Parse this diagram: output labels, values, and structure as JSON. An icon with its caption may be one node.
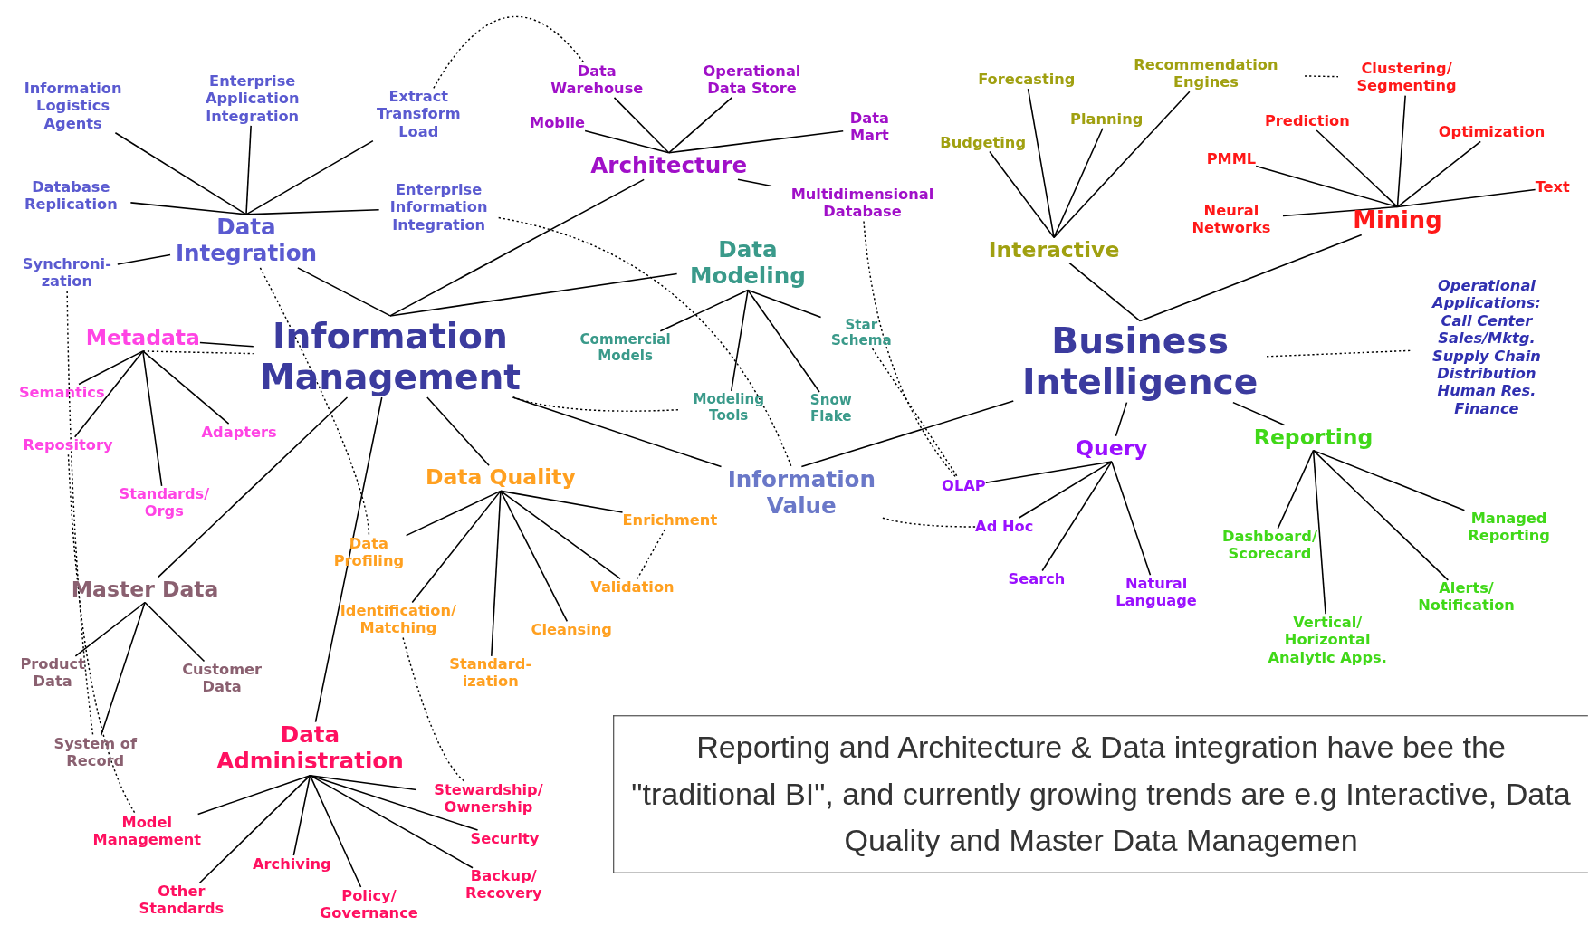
{
  "diagram": {
    "nodes": [
      {
        "text": [
          "Information Management"
        ]
      },
      {
        "text": [
          "Data Integration"
        ]
      },
      {
        "text": [
          "Information Logistics Agents"
        ]
      },
      {
        "text": [
          "Enterprise Application Integration"
        ]
      },
      {
        "text": [
          "Extract Transform Load"
        ]
      },
      {
        "text": [
          "Database Replication"
        ]
      },
      {
        "text": [
          "Enterprise Information Integration"
        ]
      },
      {
        "text": [
          "Synchroni- zation"
        ]
      },
      {
        "text": [
          "Architecture"
        ]
      },
      {
        "text": [
          "Data Warehouse"
        ]
      },
      {
        "text": [
          "Operational Data Store"
        ]
      },
      {
        "text": [
          "Mobile"
        ]
      },
      {
        "text": [
          "Data Mart"
        ]
      },
      {
        "text": [
          "Multidimensional Database"
        ]
      },
      {
        "text": [
          "Data Modeling"
        ]
      },
      {
        "text": [
          "Commercial Models"
        ]
      },
      {
        "text": [
          "Modeling Tools"
        ]
      },
      {
        "text": [
          "Snow Flake"
        ]
      },
      {
        "text": [
          "Star Schema"
        ]
      },
      {
        "text": [
          "Metadata"
        ]
      },
      {
        "text": [
          "Semantics"
        ]
      },
      {
        "text": [
          "Repository"
        ]
      },
      {
        "text": [
          "Adapters"
        ]
      },
      {
        "text": [
          "Standards/ Orgs"
        ]
      },
      {
        "text": [
          "Master Data"
        ]
      },
      {
        "text": [
          "Product Data"
        ]
      },
      {
        "text": [
          "Customer Data"
        ]
      },
      {
        "text": [
          "System of Record"
        ]
      },
      {
        "text": [
          "Data Quality"
        ]
      },
      {
        "text": [
          "Data Profiling"
        ]
      },
      {
        "text": [
          "Identification/ Matching"
        ]
      },
      {
        "text": [
          "Standard- ization"
        ]
      },
      {
        "text": [
          "Cleansing"
        ]
      },
      {
        "text": [
          "Validation"
        ]
      },
      {
        "text": [
          "Enrichment"
        ]
      },
      {
        "text": [
          "Data Administration"
        ]
      },
      {
        "text": [
          "Model Management"
        ]
      },
      {
        "text": [
          "Archiving"
        ]
      },
      {
        "text": [
          "Other Standards"
        ]
      },
      {
        "text": [
          "Policy/ Governance"
        ]
      },
      {
        "text": [
          "Backup/ Recovery"
        ]
      },
      {
        "text": [
          "Security"
        ]
      },
      {
        "text": [
          "Stewardship/ Ownership"
        ]
      },
      {
        "text": [
          "Information Value"
        ]
      },
      {
        "text": [
          "Business Intelligence"
        ]
      },
      {
        "text": [
          "Interactive"
        ]
      },
      {
        "text": [
          "Forecasting"
        ]
      },
      {
        "text": [
          "Recommendation Engines"
        ]
      },
      {
        "text": [
          "Planning"
        ]
      },
      {
        "text": [
          "Budgeting"
        ]
      },
      {
        "text": [
          "Mining"
        ]
      },
      {
        "text": [
          "Clustering/ Segmenting"
        ]
      },
      {
        "text": [
          "Prediction"
        ]
      },
      {
        "text": [
          "Optimization"
        ]
      },
      {
        "text": [
          "PMML"
        ]
      },
      {
        "text": [
          "Neural Networks"
        ]
      },
      {
        "text": [
          "Text"
        ]
      },
      {
        "text": [
          "Query"
        ]
      },
      {
        "text": [
          "OLAP"
        ]
      },
      {
        "text": [
          "Ad Hoc"
        ]
      },
      {
        "text": [
          "Search"
        ]
      },
      {
        "text": [
          "Natural Language"
        ]
      },
      {
        "text": [
          "Reporting"
        ]
      },
      {
        "text": [
          "Dashboard/ Scorecard"
        ]
      },
      {
        "text": [
          "Managed Reporting"
        ]
      },
      {
        "text": [
          "Alerts/ Notification"
        ]
      },
      {
        "text": [
          "Vertical/ Horizontal Analytic Apps."
        ]
      },
      {
        "text": [
          "Operational Applications:",
          "Call Center",
          "Sales/Mktg.",
          "Supply Chain",
          "Distribution",
          "Human Res.",
          "Finance"
        ]
      },
      {
        "text": [
          "Reporting and Architecture & Data integration have bee the \"traditional BI\", and currently growing trends are e.g Interactive, Data Quality and Master Data Managemen"
        ]
      }
    ],
    "edges": [
      {
        "from": 0,
        "to": 1,
        "arrow": "none"
      },
      {
        "from": 0,
        "to": 8,
        "arrow": "none"
      },
      {
        "from": 0,
        "to": 14,
        "arrow": "none"
      },
      {
        "from": 0,
        "to": 19,
        "arrow": "none"
      },
      {
        "from": 0,
        "to": 24,
        "arrow": "none"
      },
      {
        "from": 0,
        "to": 28,
        "arrow": "none"
      },
      {
        "from": 0,
        "to": 35,
        "arrow": "none"
      },
      {
        "from": 0,
        "to": 43,
        "arrow": "none"
      },
      {
        "from": 1,
        "to": 2,
        "arrow": "none"
      },
      {
        "from": 1,
        "to": 3,
        "arrow": "none"
      },
      {
        "from": 1,
        "to": 4,
        "arrow": "none"
      },
      {
        "from": 1,
        "to": 5,
        "arrow": "none"
      },
      {
        "from": 1,
        "to": 6,
        "arrow": "none"
      },
      {
        "from": 1,
        "to": 7,
        "arrow": "none"
      },
      {
        "from": 8,
        "to": 9,
        "arrow": "none"
      },
      {
        "from": 8,
        "to": 10,
        "arrow": "none"
      },
      {
        "from": 8,
        "to": 11,
        "arrow": "none"
      },
      {
        "from": 8,
        "to": 12,
        "arrow": "none"
      },
      {
        "from": 8,
        "to": 13,
        "arrow": "none"
      },
      {
        "from": 14,
        "to": 15,
        "arrow": "none"
      },
      {
        "from": 14,
        "to": 16,
        "arrow": "none"
      },
      {
        "from": 14,
        "to": 17,
        "arrow": "none"
      },
      {
        "from": 14,
        "to": 18,
        "arrow": "none"
      },
      {
        "from": 19,
        "to": 20,
        "arrow": "none"
      },
      {
        "from": 19,
        "to": 21,
        "arrow": "none"
      },
      {
        "from": 19,
        "to": 22,
        "arrow": "none"
      },
      {
        "from": 19,
        "to": 23,
        "arrow": "none"
      },
      {
        "from": 24,
        "to": 25,
        "arrow": "none"
      },
      {
        "from": 24,
        "to": 26,
        "arrow": "none"
      },
      {
        "from": 24,
        "to": 27,
        "arrow": "none"
      },
      {
        "from": 28,
        "to": 29,
        "arrow": "none"
      },
      {
        "from": 28,
        "to": 30,
        "arrow": "none"
      },
      {
        "from": 28,
        "to": 31,
        "arrow": "none"
      },
      {
        "from": 28,
        "to": 32,
        "arrow": "none"
      },
      {
        "from": 28,
        "to": 33,
        "arrow": "none"
      },
      {
        "from": 28,
        "to": 34,
        "arrow": "none"
      },
      {
        "from": 35,
        "to": 36,
        "arrow": "none"
      },
      {
        "from": 35,
        "to": 37,
        "arrow": "none"
      },
      {
        "from": 35,
        "to": 38,
        "arrow": "none"
      },
      {
        "from": 35,
        "to": 39,
        "arrow": "none"
      },
      {
        "from": 35,
        "to": 40,
        "arrow": "none"
      },
      {
        "from": 35,
        "to": 41,
        "arrow": "none"
      },
      {
        "from": 35,
        "to": 42,
        "arrow": "none"
      },
      {
        "from": 43,
        "to": 44,
        "arrow": "none"
      },
      {
        "from": 44,
        "to": 45,
        "arrow": "none"
      },
      {
        "from": 44,
        "to": 50,
        "arrow": "none"
      },
      {
        "from": 44,
        "to": 57,
        "arrow": "none"
      },
      {
        "from": 44,
        "to": 62,
        "arrow": "none"
      },
      {
        "from": 44,
        "to": 67,
        "arrow": "none",
        "style": "dashed"
      },
      {
        "from": 45,
        "to": 46,
        "arrow": "none"
      },
      {
        "from": 45,
        "to": 47,
        "arrow": "none"
      },
      {
        "from": 45,
        "to": 48,
        "arrow": "none"
      },
      {
        "from": 45,
        "to": 49,
        "arrow": "none"
      },
      {
        "from": 50,
        "to": 51,
        "arrow": "none"
      },
      {
        "from": 50,
        "to": 52,
        "arrow": "none"
      },
      {
        "from": 50,
        "to": 53,
        "arrow": "none"
      },
      {
        "from": 50,
        "to": 54,
        "arrow": "none"
      },
      {
        "from": 50,
        "to": 55,
        "arrow": "none"
      },
      {
        "from": 50,
        "to": 56,
        "arrow": "none"
      },
      {
        "from": 57,
        "to": 58,
        "arrow": "none"
      },
      {
        "from": 57,
        "to": 59,
        "arrow": "none"
      },
      {
        "from": 57,
        "to": 60,
        "arrow": "none"
      },
      {
        "from": 57,
        "to": 61,
        "arrow": "none"
      },
      {
        "from": 62,
        "to": 63,
        "arrow": "none"
      },
      {
        "from": 62,
        "to": 64,
        "arrow": "none"
      },
      {
        "from": 62,
        "to": 65,
        "arrow": "none"
      },
      {
        "from": 62,
        "to": 66,
        "arrow": "none"
      },
      {
        "from": 4,
        "to": 9,
        "arrow": "none",
        "style": "dashed"
      },
      {
        "from": 6,
        "to": 43,
        "arrow": "none",
        "style": "dashed"
      },
      {
        "from": 19,
        "to": 0,
        "arrow": "none",
        "style": "dashed"
      },
      {
        "from": 0,
        "to": 16,
        "arrow": "none",
        "style": "dashed"
      },
      {
        "from": 1,
        "to": 29,
        "arrow": "none",
        "style": "dashed"
      },
      {
        "from": 7,
        "to": 27,
        "arrow": "none",
        "style": "dashed"
      },
      {
        "from": 21,
        "to": 36,
        "arrow": "none",
        "style": "dashed"
      },
      {
        "from": 30,
        "to": 42,
        "arrow": "none",
        "style": "dashed"
      },
      {
        "from": 18,
        "to": 58,
        "arrow": "none",
        "style": "dashed"
      },
      {
        "from": 13,
        "to": 58,
        "arrow": "none",
        "style": "dashed"
      },
      {
        "from": 43,
        "to": 59,
        "arrow": "none",
        "style": "dashed"
      },
      {
        "from": 47,
        "to": 51,
        "arrow": "none",
        "style": "dashed"
      },
      {
        "from": 34,
        "to": 33,
        "arrow": "none",
        "style": "dashed"
      }
    ]
  }
}
